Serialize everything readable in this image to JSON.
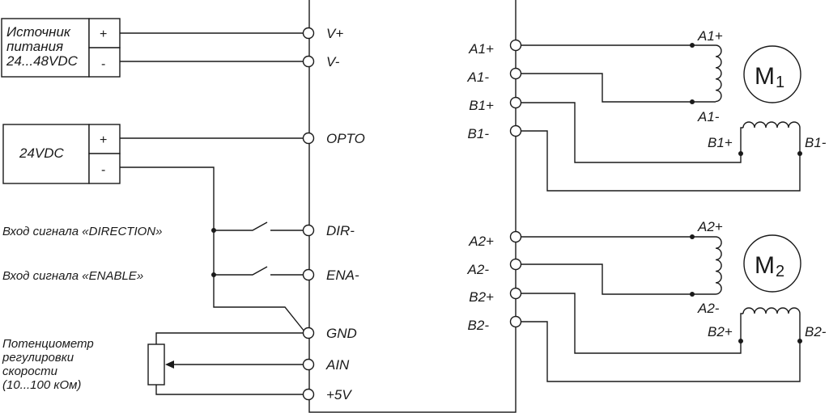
{
  "power": {
    "label_lines": [
      "Источник",
      "питания",
      "24...48VDC"
    ],
    "plus": "+",
    "minus": "-"
  },
  "supply24": {
    "label": "24VDC",
    "plus": "+",
    "minus": "-"
  },
  "inputs": {
    "direction": "Вход сигнала «DIRECTION»",
    "enable": "Вход сигнала «ENABLE»"
  },
  "pot": {
    "label_lines": [
      "Потенциометр",
      "регулировки",
      "скорости",
      "(10...100 кОм)"
    ]
  },
  "driver": {
    "left_terminals": [
      "V+",
      "V-",
      "OPTO",
      "DIR-",
      "ENA-",
      "GND",
      "AIN",
      "+5V"
    ],
    "right_terminals": [
      "A1+",
      "A1-",
      "B1+",
      "B1-",
      "A2+",
      "A2-",
      "B2+",
      "B2-"
    ]
  },
  "motor1": {
    "name": "M",
    "sub": "1",
    "a_plus": "A1+",
    "a_minus": "A1-",
    "b_plus": "B1+",
    "b_minus": "B1-"
  },
  "motor2": {
    "name": "M",
    "sub": "2",
    "a_plus": "A2+",
    "a_minus": "A2-",
    "b_plus": "B2+",
    "b_minus": "B2-"
  }
}
